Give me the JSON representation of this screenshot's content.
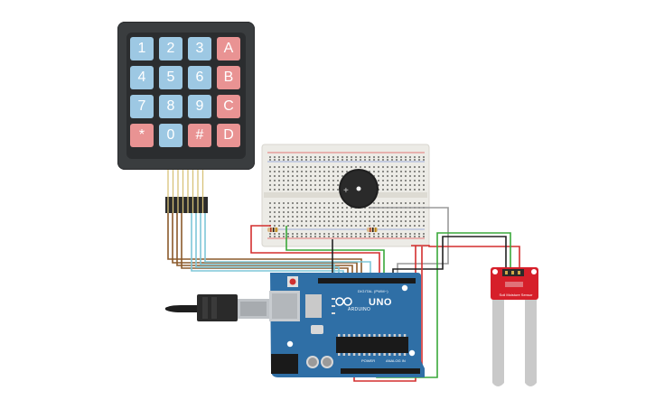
{
  "keypad": {
    "keys": [
      {
        "label": "1",
        "kind": "num"
      },
      {
        "label": "2",
        "kind": "num"
      },
      {
        "label": "3",
        "kind": "num"
      },
      {
        "label": "A",
        "kind": "fn"
      },
      {
        "label": "4",
        "kind": "num"
      },
      {
        "label": "5",
        "kind": "num"
      },
      {
        "label": "6",
        "kind": "num"
      },
      {
        "label": "B",
        "kind": "fn"
      },
      {
        "label": "7",
        "kind": "num"
      },
      {
        "label": "8",
        "kind": "num"
      },
      {
        "label": "9",
        "kind": "num"
      },
      {
        "label": "C",
        "kind": "fn"
      },
      {
        "label": "*",
        "kind": "fn"
      },
      {
        "label": "0",
        "kind": "num"
      },
      {
        "label": "#",
        "kind": "fn"
      },
      {
        "label": "D",
        "kind": "fn"
      }
    ]
  },
  "arduino": {
    "model_label": "UNO",
    "brand_label": "ARDUINO",
    "digital_header_label": "DIGITAL (PWM~)",
    "power_label": "POWER",
    "analog_label": "ANALOG IN"
  },
  "sensor": {
    "label": "Soil Moisture Sensor"
  },
  "colors": {
    "board_blue": "#2f6fa6",
    "breadboard": "#ecebe6",
    "wire_red": "#d32f2f",
    "wire_green": "#3aa83a",
    "wire_black": "#222222",
    "wire_gray": "#9a9a9a",
    "wire_brown": "#8b5a2b",
    "wire_cyan": "#7fc7d8",
    "sensor_red": "#d61f2a"
  }
}
